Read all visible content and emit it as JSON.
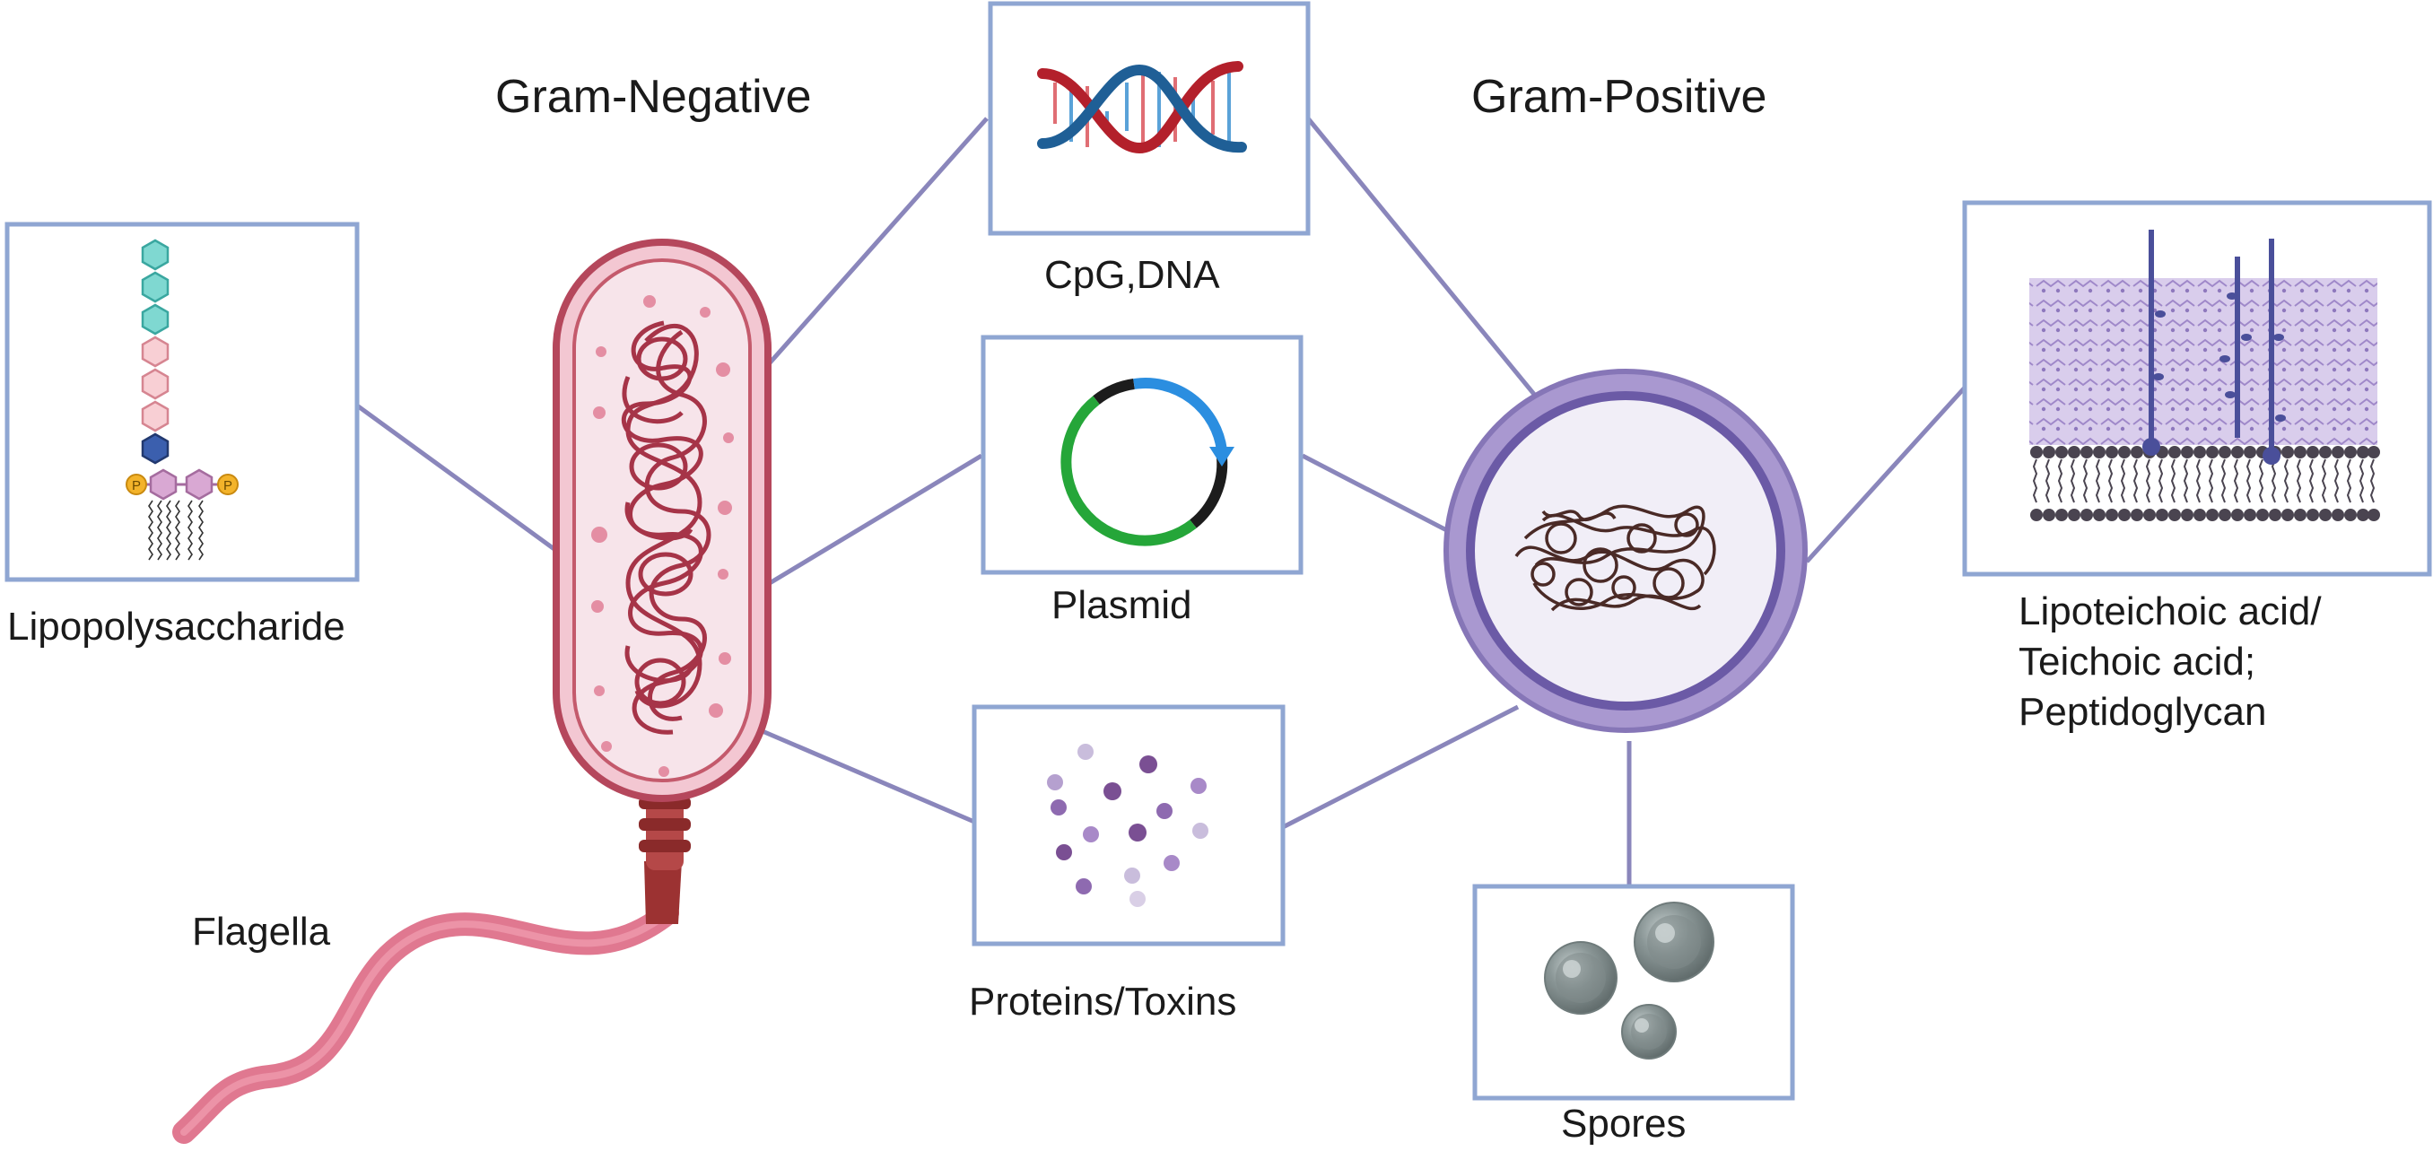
{
  "headings": {
    "gram_negative": "Gram-Negative",
    "gram_positive": "Gram-Positive"
  },
  "labels": {
    "lipopolysaccharide": "Lipopolysaccharide",
    "flagella": "Flagella",
    "cpg_dna": "CpG,DNA",
    "plasmid": "Plasmid",
    "proteins_toxins": "Proteins/Toxins",
    "spores": "Spores",
    "cell_wall_line1": "Lipoteichoic acid/",
    "cell_wall_line2": "Teichoic acid;",
    "cell_wall_line3": "Peptidoglycan"
  },
  "lps_phosphate_label": "P",
  "colors": {
    "box_border": "#8fa6d2",
    "connector": "#8a86bb",
    "gram_negative_wall": "#b5475c",
    "gram_negative_fill": "#f7e4ea",
    "gram_positive_wall": "#8676b7",
    "gram_positive_fill": "#f1eef7",
    "dna_red": "#b3202b",
    "dna_blue": "#1f5f96",
    "plasmid_green": "#25a639",
    "plasmid_blue": "#2b8ee0",
    "plasmid_black": "#1c1c1c",
    "toxin_purple": "#7a5996",
    "spore_gray": "#8a9696",
    "flagella_pink": "#e07890",
    "flagella_base": "#9c3232",
    "teichoic_blue": "#4a4f9a",
    "peptidoglycan_lilac": "#cbb9e2",
    "membrane_dark": "#4a4450"
  }
}
